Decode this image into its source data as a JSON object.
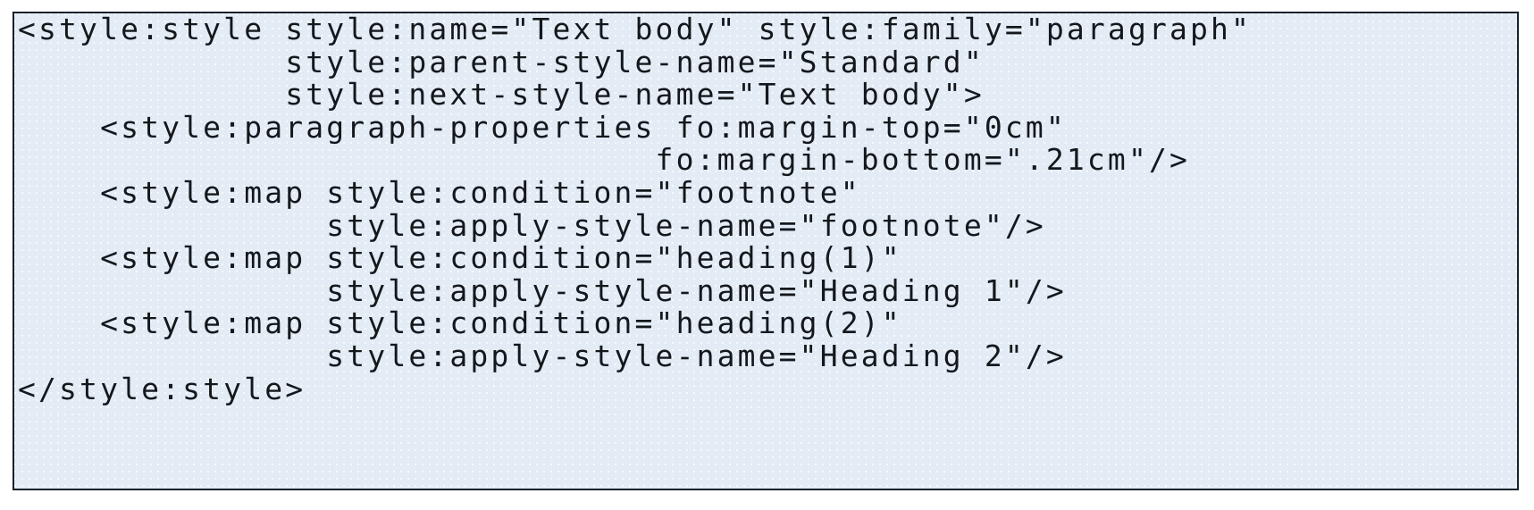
{
  "document": {
    "kind": "code-listing",
    "language": "xml",
    "panel": {
      "background_color": "#e3ecf5",
      "border_color": "#16212b",
      "text_color": "#14181c"
    },
    "code_lines": [
      "<style:style style:name=\"Text body\" style:family=\"paragraph\"",
      "             style:parent-style-name=\"Standard\"",
      "             style:next-style-name=\"Text body\">",
      "    <style:paragraph-properties fo:margin-top=\"0cm\"",
      "                               fo:margin-bottom=\".21cm\"/>",
      "    <style:map style:condition=\"footnote\"",
      "               style:apply-style-name=\"footnote\"/>",
      "    <style:map style:condition=\"heading(1)\"",
      "               style:apply-style-name=\"Heading 1\"/>",
      "    <style:map style:condition=\"heading(2)\"",
      "               style:apply-style-name=\"Heading 2\"/>",
      "</style:style>"
    ]
  }
}
